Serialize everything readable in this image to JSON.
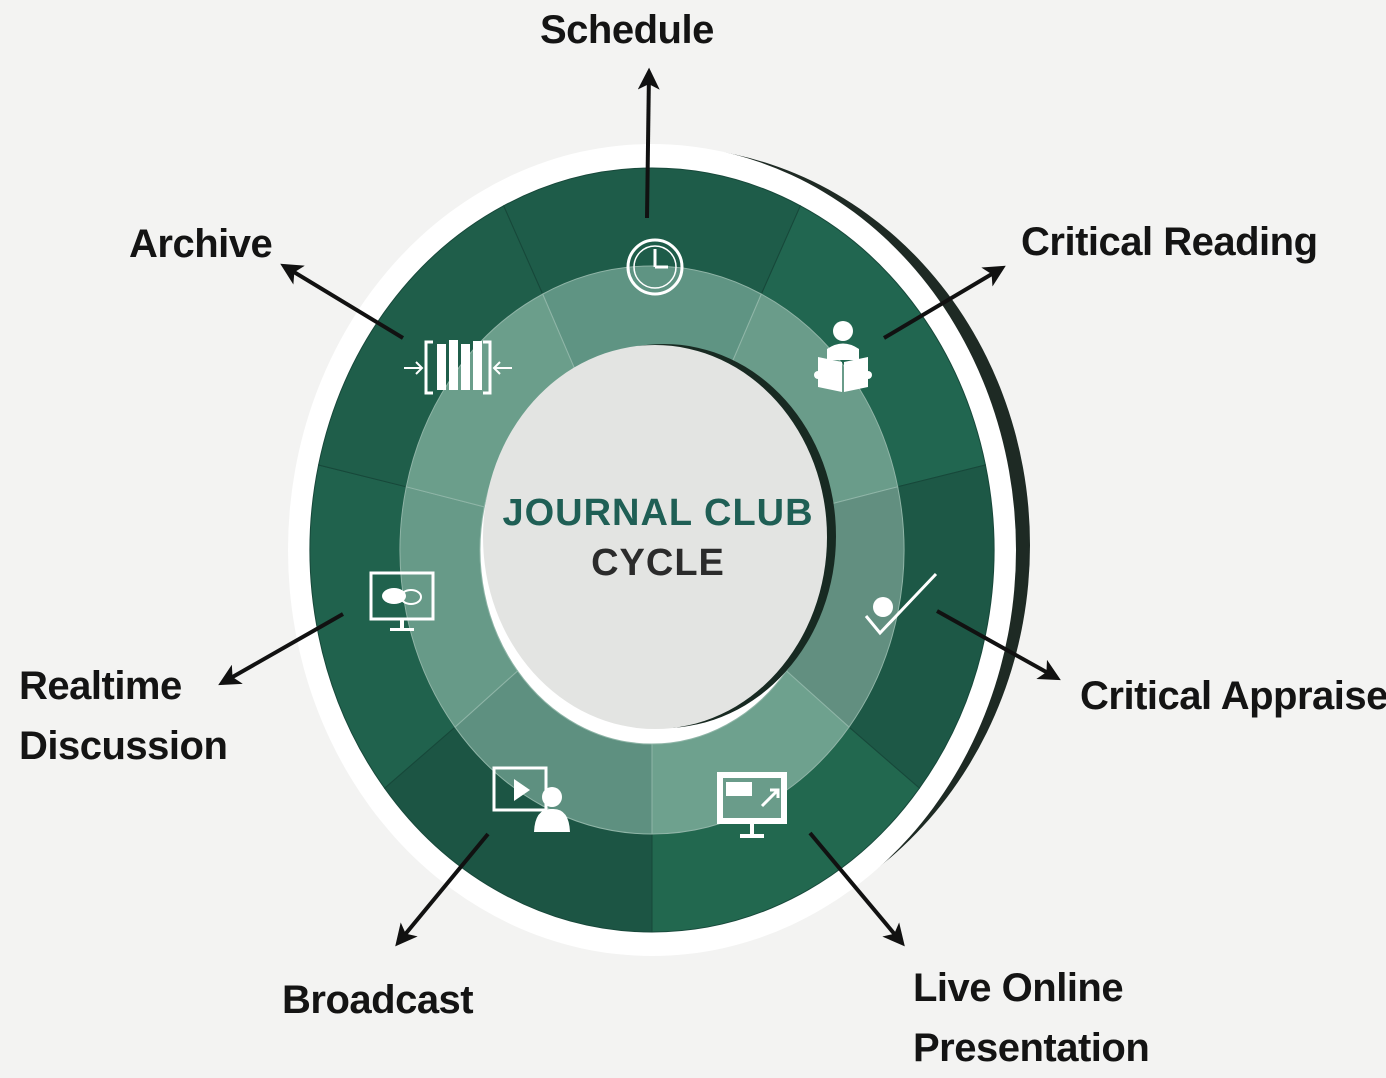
{
  "center": {
    "title": "JOURNAL CLUB",
    "subtitle": "CYCLE"
  },
  "colors": {
    "ring_dark": "#1e5a48",
    "ring_mid": "#2a7a5c",
    "inner_band": "#6a9c8a",
    "hub": "#e3e4e2",
    "title_teal": "#1f5f55",
    "arrow": "#111111"
  },
  "stages": [
    {
      "id": "schedule",
      "label_lines": [
        "Schedule"
      ],
      "icon": "clock-icon"
    },
    {
      "id": "critical-reading",
      "label_lines": [
        "Critical Reading"
      ],
      "icon": "reading-person-icon"
    },
    {
      "id": "critical-appraise",
      "label_lines": [
        "Critical Appraise"
      ],
      "icon": "checkmark-person-icon"
    },
    {
      "id": "live-online-presentation",
      "label_lines": [
        "Live Online",
        "Presentation"
      ],
      "icon": "presentation-monitor-icon"
    },
    {
      "id": "broadcast",
      "label_lines": [
        "Broadcast"
      ],
      "icon": "video-presenter-icon"
    },
    {
      "id": "realtime-discussion",
      "label_lines": [
        "Realtime",
        "Discussion"
      ],
      "icon": "chat-monitor-icon"
    },
    {
      "id": "archive",
      "label_lines": [
        "Archive"
      ],
      "icon": "binders-icon"
    }
  ]
}
